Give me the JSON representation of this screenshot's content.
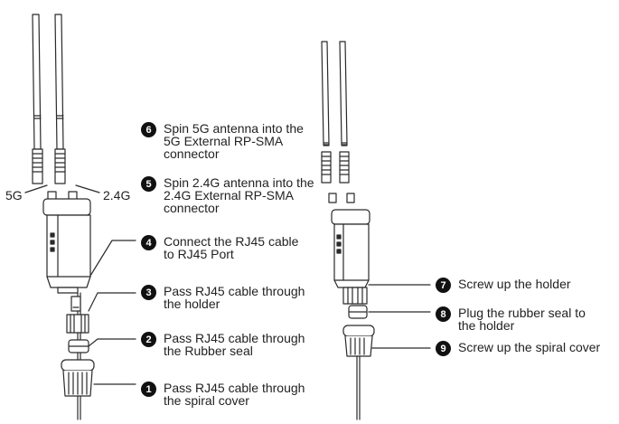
{
  "band_labels": {
    "left": "5G",
    "right": "2.4G"
  },
  "steps": [
    {
      "num": "1",
      "text": "Pass RJ45 cable through\nthe spiral cover"
    },
    {
      "num": "2",
      "text": "Pass RJ45 cable through\nthe Rubber seal"
    },
    {
      "num": "3",
      "text": "Pass RJ45 cable through\nthe holder"
    },
    {
      "num": "4",
      "text": "Connect the RJ45 cable\n to RJ45 Port"
    },
    {
      "num": "5",
      "text": "Spin 2.4G antenna into the\n2.4G External RP-SMA\nconnector"
    },
    {
      "num": "6",
      "text": "Spin 5G antenna into the\n5G External RP-SMA\nconnector"
    },
    {
      "num": "7",
      "text": "Screw up the holder"
    },
    {
      "num": "8",
      "text": "Plug the rubber seal to\nthe holder"
    },
    {
      "num": "9",
      "text": "Screw up the spiral cover"
    }
  ]
}
